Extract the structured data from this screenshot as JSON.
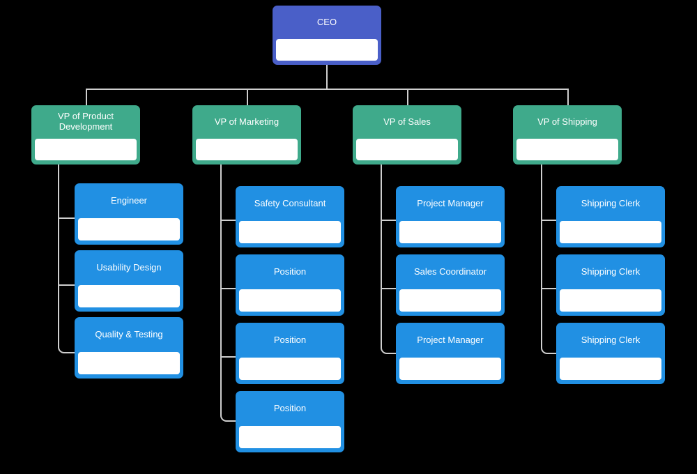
{
  "chart_data": {
    "type": "diagram",
    "diagram_kind": "organizational-chart",
    "orientation": "top-down",
    "background": "#000000",
    "connector_color": "#cfcfcf",
    "levels": [
      {
        "name": "executive",
        "color": "#4a5fc8"
      },
      {
        "name": "vice-president",
        "color": "#3faa8b"
      },
      {
        "name": "position",
        "color": "#2190e3"
      }
    ],
    "nodes": [
      {
        "id": "ceo",
        "label": "CEO",
        "level": "executive",
        "parent": null
      },
      {
        "id": "vp-product",
        "label": "VP of Product\nDevelopment",
        "level": "vice-president",
        "parent": "ceo"
      },
      {
        "id": "vp-marketing",
        "label": "VP of Marketing",
        "level": "vice-president",
        "parent": "ceo"
      },
      {
        "id": "vp-sales",
        "label": "VP of Sales",
        "level": "vice-president",
        "parent": "ceo"
      },
      {
        "id": "vp-shipping",
        "label": "VP of Shipping",
        "level": "vice-president",
        "parent": "ceo"
      },
      {
        "id": "p-engineer",
        "label": "Engineer",
        "level": "position",
        "parent": "vp-product"
      },
      {
        "id": "p-usability",
        "label": "Usability Design",
        "level": "position",
        "parent": "vp-product"
      },
      {
        "id": "p-quality",
        "label": "Quality & Testing",
        "level": "position",
        "parent": "vp-product"
      },
      {
        "id": "m-safety",
        "label": "Safety Consultant",
        "level": "position",
        "parent": "vp-marketing"
      },
      {
        "id": "m-pos-1",
        "label": "Position",
        "level": "position",
        "parent": "vp-marketing"
      },
      {
        "id": "m-pos-2",
        "label": "Position",
        "level": "position",
        "parent": "vp-marketing"
      },
      {
        "id": "m-pos-3",
        "label": "Position",
        "level": "position",
        "parent": "vp-marketing"
      },
      {
        "id": "s-pm-1",
        "label": "Project Manager",
        "level": "position",
        "parent": "vp-sales"
      },
      {
        "id": "s-coord",
        "label": "Sales Coordinator",
        "level": "position",
        "parent": "vp-sales"
      },
      {
        "id": "s-pm-2",
        "label": "Project Manager",
        "level": "position",
        "parent": "vp-sales"
      },
      {
        "id": "h-clerk-1",
        "label": "Shipping Clerk",
        "level": "position",
        "parent": "vp-shipping"
      },
      {
        "id": "h-clerk-2",
        "label": "Shipping Clerk",
        "level": "position",
        "parent": "vp-shipping"
      },
      {
        "id": "h-clerk-3",
        "label": "Shipping Clerk",
        "level": "position",
        "parent": "vp-shipping"
      }
    ]
  },
  "root": {
    "label": "CEO"
  },
  "branches": [
    {
      "vp_label": "VP of Product\nDevelopment",
      "children": [
        {
          "label": "Engineer"
        },
        {
          "label": "Usability Design"
        },
        {
          "label": "Quality & Testing"
        }
      ]
    },
    {
      "vp_label": "VP of Marketing",
      "children": [
        {
          "label": "Safety Consultant"
        },
        {
          "label": "Position"
        },
        {
          "label": "Position"
        },
        {
          "label": "Position"
        }
      ]
    },
    {
      "vp_label": "VP of Sales",
      "children": [
        {
          "label": "Project Manager"
        },
        {
          "label": "Sales Coordinator"
        },
        {
          "label": "Project Manager"
        }
      ]
    },
    {
      "vp_label": "VP of Shipping",
      "children": [
        {
          "label": "Shipping Clerk"
        },
        {
          "label": "Shipping Clerk"
        },
        {
          "label": "Shipping Clerk"
        }
      ]
    }
  ]
}
